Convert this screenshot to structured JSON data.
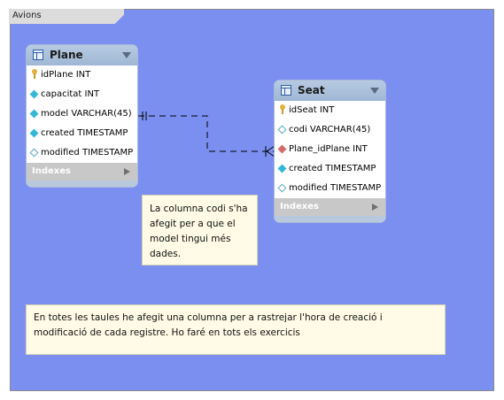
{
  "diagram": {
    "tab_label": "Avions"
  },
  "tables": [
    {
      "name": "Plane",
      "columns": [
        {
          "text": "idPlane INT",
          "icon": "primary-key"
        },
        {
          "text": "capacitat INT",
          "icon": "column"
        },
        {
          "text": "model VARCHAR(45)",
          "icon": "column"
        },
        {
          "text": "created TIMESTAMP",
          "icon": "column"
        },
        {
          "text": "modified TIMESTAMP",
          "icon": "nullable-column"
        }
      ],
      "indexes_label": "Indexes"
    },
    {
      "name": "Seat",
      "columns": [
        {
          "text": "idSeat INT",
          "icon": "primary-key"
        },
        {
          "text": "codi VARCHAR(45)",
          "icon": "nullable-column"
        },
        {
          "text": "Plane_idPlane INT",
          "icon": "foreign-key"
        },
        {
          "text": "created TIMESTAMP",
          "icon": "column"
        },
        {
          "text": "modified TIMESTAMP",
          "icon": "nullable-column"
        }
      ],
      "indexes_label": "Indexes"
    }
  ],
  "notes": [
    {
      "text": "La columna codi s'ha\nafegit per a que el\nmodel tingui més\n dades."
    },
    {
      "text": "En totes les taules he afegit una columna per a rastrejar l'hora de creació i\nmodificació de cada registre. Ho faré en tots els exercicis"
    }
  ],
  "colors": {
    "canvas": "#7b8ff0",
    "table_header": "#a9bfd9",
    "note_background": "#fffbe6",
    "relationship_line": "#000000"
  }
}
